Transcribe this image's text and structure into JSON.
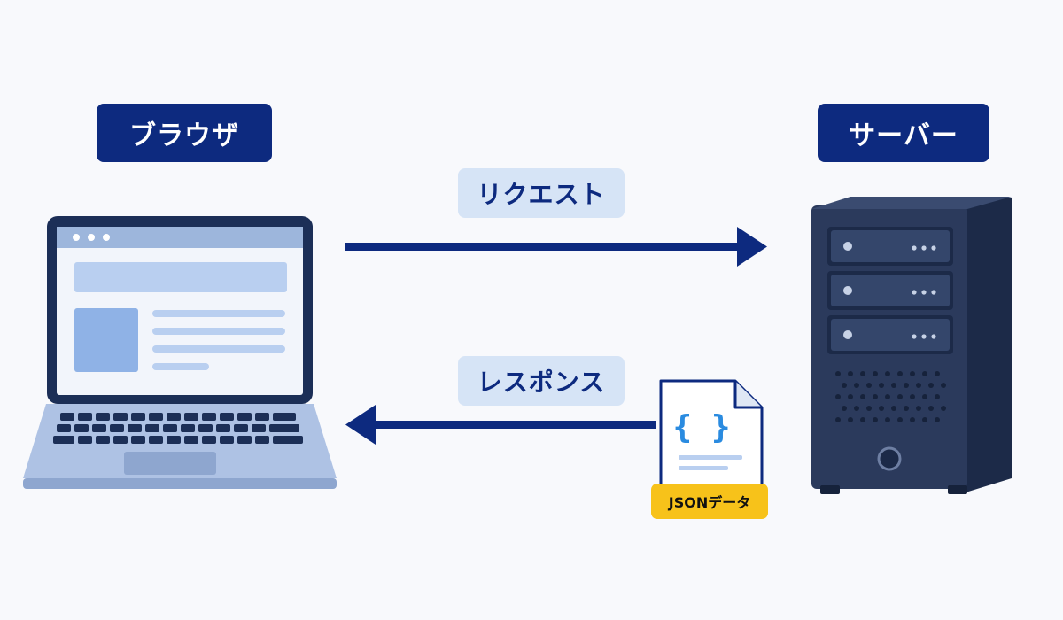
{
  "browser": {
    "label": "ブラウザ"
  },
  "server": {
    "label": "サーバー"
  },
  "request": {
    "label": "リクエスト"
  },
  "response": {
    "label": "レスポンス"
  },
  "json_doc": {
    "symbol": "{ }",
    "badge": "JSONデータ"
  },
  "colors": {
    "navy": "#0d2a7f",
    "pill_bg": "#d6e4f6",
    "laptop_frame": "#1c2f57",
    "server_body": "#2b3a5c",
    "json_badge": "#f7c21a",
    "json_brace": "#2a8be0"
  },
  "icons": [
    "laptop-icon",
    "server-icon",
    "json-document-icon",
    "arrow-right-icon",
    "arrow-left-icon"
  ]
}
